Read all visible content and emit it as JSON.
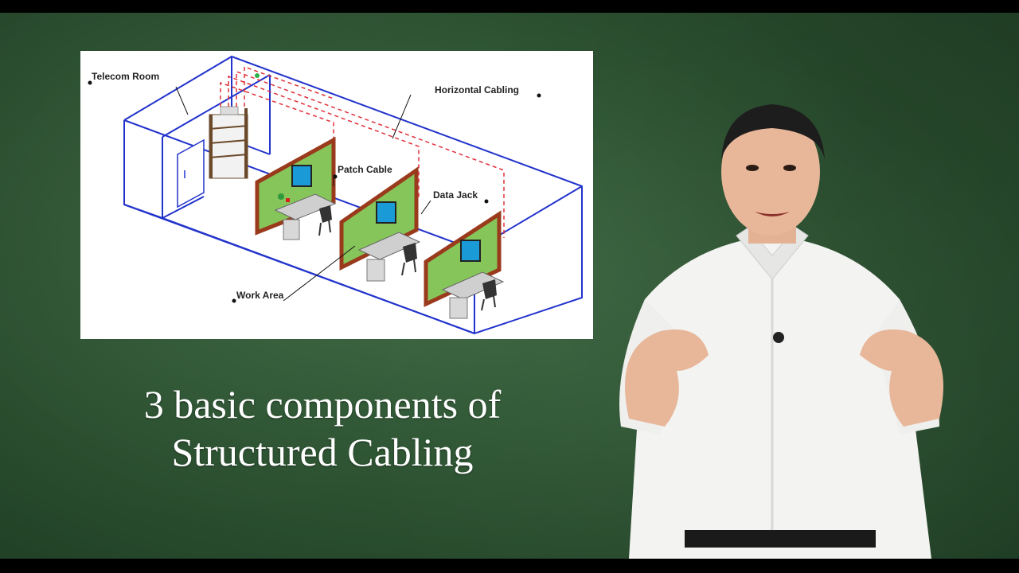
{
  "diagram": {
    "labels": {
      "telecom_room": "Telecom Room",
      "horizontal_cabling": "Horizontal Cabling",
      "patch_cable": "Patch Cable",
      "data_jack": "Data Jack",
      "work_area": "Work Area"
    },
    "colors": {
      "room_outline": "#2233cc",
      "cabling": "#e0303a",
      "partition_face": "#86c55a",
      "partition_edge": "#9a3a1c"
    }
  },
  "caption": {
    "line1": "3 basic components of",
    "line2": "Structured Cabling"
  },
  "presenter": {
    "shirt_color": "#f3f3f1",
    "background_color": "#2f5634"
  }
}
